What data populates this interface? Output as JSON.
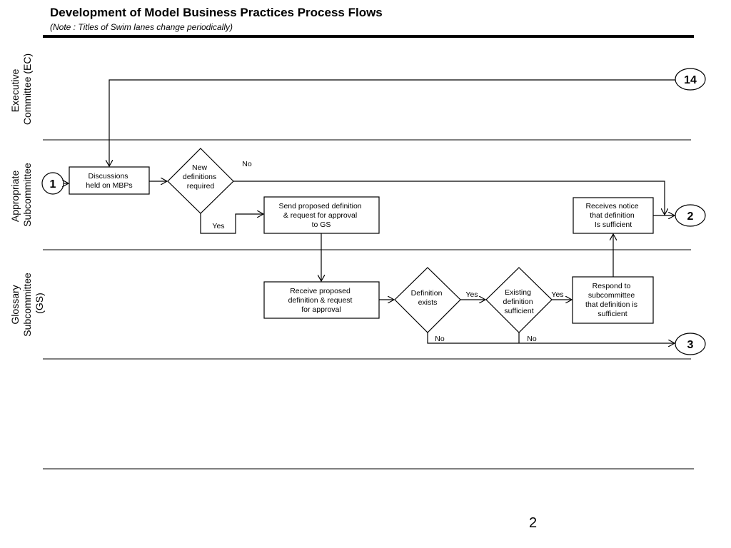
{
  "header": {
    "title": "Development of Model Business Practices Process Flows",
    "subtitle": "(Note : Titles of Swim lanes change periodically)"
  },
  "lanes": [
    {
      "id": "ec",
      "lines": [
        "Executive",
        "Committee (EC)"
      ]
    },
    {
      "id": "as",
      "lines": [
        "Appropriate",
        "Subcommittee"
      ]
    },
    {
      "id": "gs",
      "lines": [
        "Glossary",
        "Subcommittee",
        "(GS)"
      ]
    }
  ],
  "nodes": [
    {
      "id": "discussions",
      "lines": [
        "Discussions",
        "held on MBPs"
      ]
    },
    {
      "id": "new_defs",
      "lines": [
        "New",
        "definitions",
        "required"
      ]
    },
    {
      "id": "send_proposed",
      "lines": [
        "Send proposed definition",
        "& request for approval",
        "to GS"
      ]
    },
    {
      "id": "receives_notice",
      "lines": [
        "Receives notice",
        "that definition",
        "Is sufficient"
      ]
    },
    {
      "id": "receive_proposed",
      "lines": [
        "Receive proposed",
        "definition & request",
        "for approval"
      ]
    },
    {
      "id": "def_exists",
      "lines": [
        "Definition",
        "exists"
      ]
    },
    {
      "id": "existing_sufficient",
      "lines": [
        "Existing",
        "definition",
        "sufficient"
      ]
    },
    {
      "id": "respond",
      "lines": [
        "Respond to",
        "subcommittee",
        "that definition is",
        "sufficient"
      ]
    }
  ],
  "connectors": [
    {
      "id": "c14",
      "label": "14"
    },
    {
      "id": "c1",
      "label": "1"
    },
    {
      "id": "c2",
      "label": "2"
    },
    {
      "id": "c3",
      "label": "3"
    }
  ],
  "edge_labels": {
    "new_defs_no": "No",
    "new_defs_yes": "Yes",
    "def_exists_yes": "Yes",
    "existing_yes": "Yes",
    "def_exists_no": "No",
    "existing_no": "No"
  },
  "footer": {
    "page_number": "2"
  }
}
